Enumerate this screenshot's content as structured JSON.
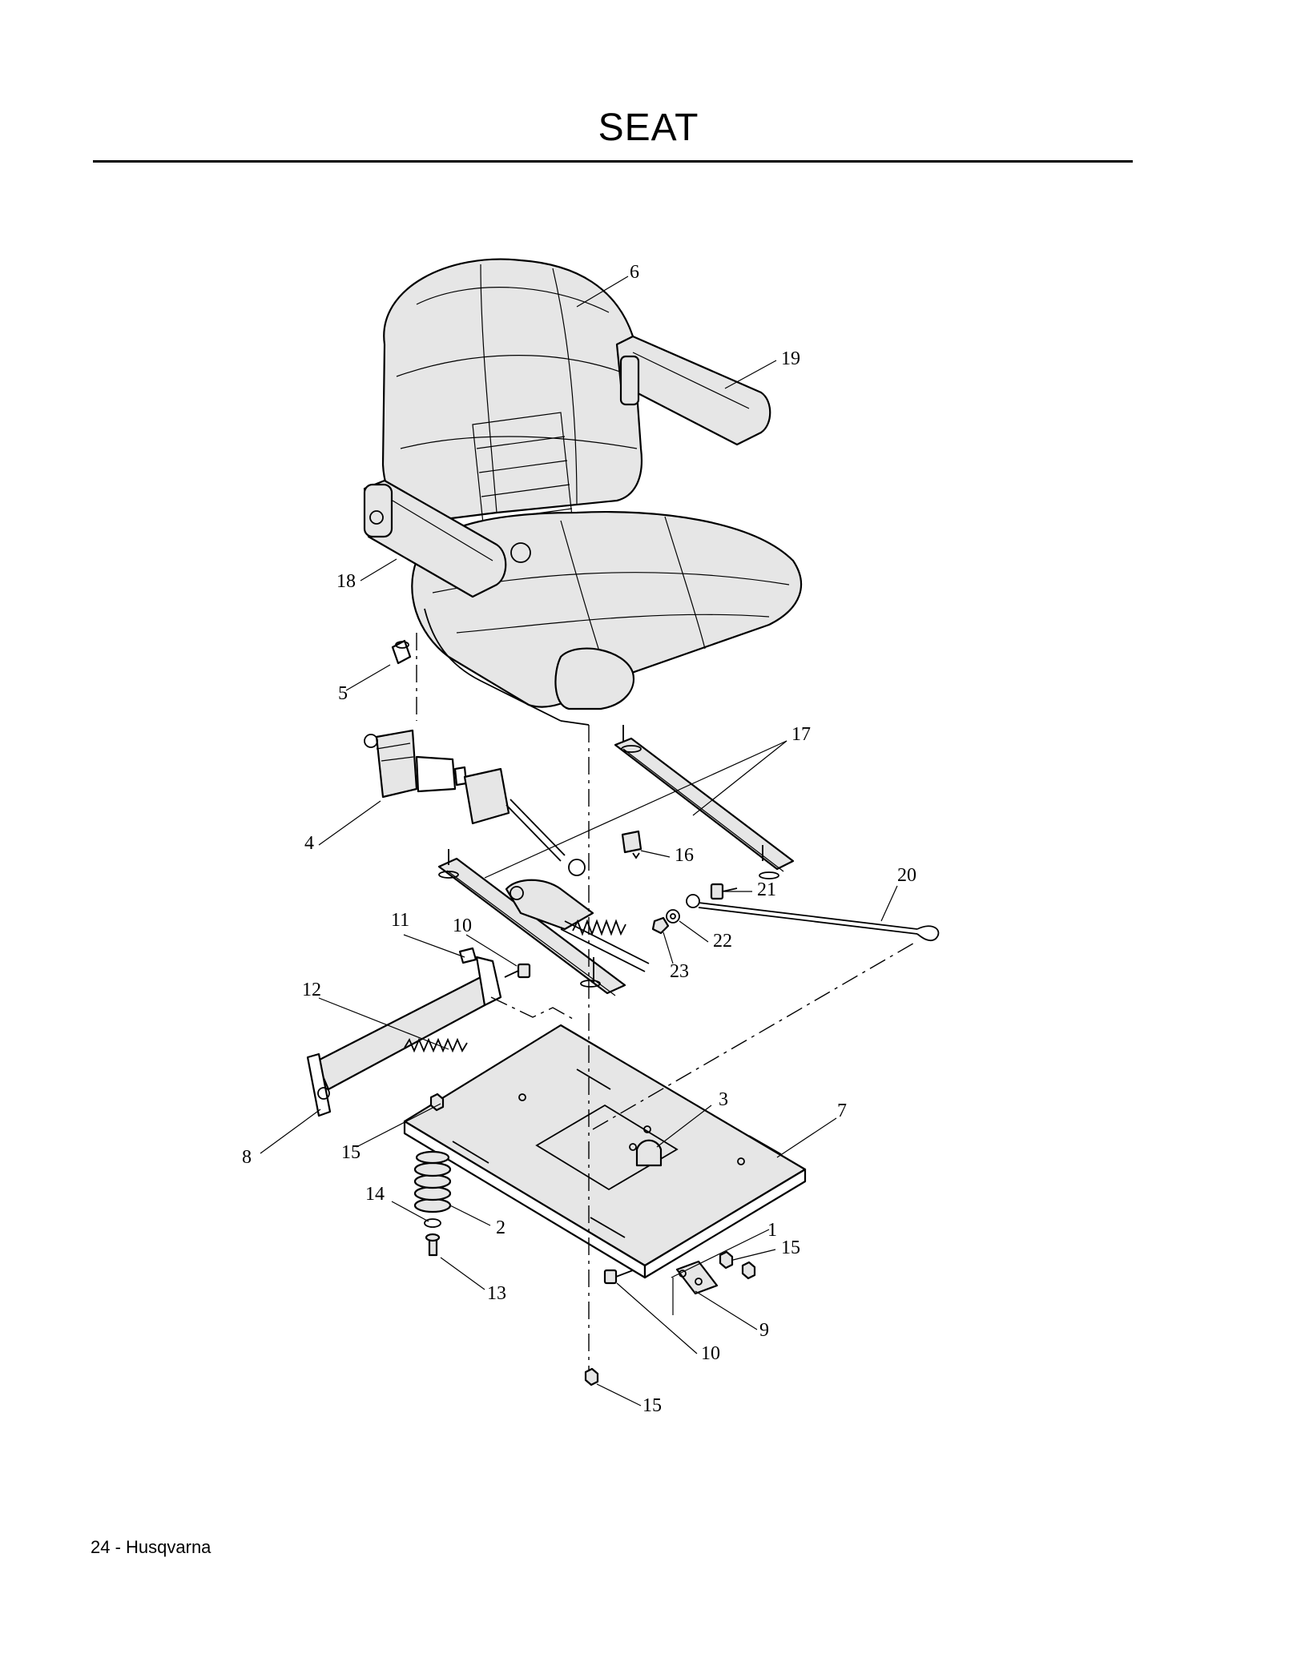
{
  "header": {
    "title": "SEAT"
  },
  "footer": {
    "text": "24 - Husqvarna"
  },
  "diagram": {
    "callouts": [
      {
        "id": "c6",
        "label": "6"
      },
      {
        "id": "c19",
        "label": "19"
      },
      {
        "id": "c18",
        "label": "18"
      },
      {
        "id": "c5",
        "label": "5"
      },
      {
        "id": "c17",
        "label": "17"
      },
      {
        "id": "c4",
        "label": "4"
      },
      {
        "id": "c16",
        "label": "16"
      },
      {
        "id": "c20",
        "label": "20"
      },
      {
        "id": "c21",
        "label": "21"
      },
      {
        "id": "c22",
        "label": "22"
      },
      {
        "id": "c23",
        "label": "23"
      },
      {
        "id": "c11",
        "label": "11"
      },
      {
        "id": "c10a",
        "label": "10"
      },
      {
        "id": "c12",
        "label": "12"
      },
      {
        "id": "c3",
        "label": "3"
      },
      {
        "id": "c7",
        "label": "7"
      },
      {
        "id": "c15a",
        "label": "15"
      },
      {
        "id": "c8",
        "label": "8"
      },
      {
        "id": "c14",
        "label": "14"
      },
      {
        "id": "c2",
        "label": "2"
      },
      {
        "id": "c1",
        "label": "1"
      },
      {
        "id": "c15b",
        "label": "15"
      },
      {
        "id": "c13",
        "label": "13"
      },
      {
        "id": "c9",
        "label": "9"
      },
      {
        "id": "c10b",
        "label": "10"
      },
      {
        "id": "c15c",
        "label": "15"
      }
    ]
  }
}
